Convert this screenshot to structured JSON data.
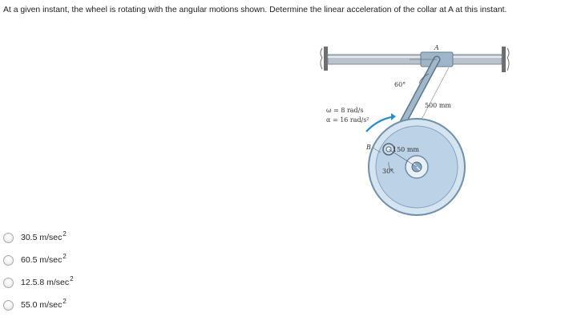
{
  "question": {
    "text": "At a given instant, the wheel is rotating with the angular motions shown. Determine the linear acceleration of the collar at A at this instant."
  },
  "figure": {
    "label_a": "A",
    "label_b": "B",
    "angle_top": "60°",
    "angle_bottom": "30°",
    "rod_length": "500 mm",
    "radius": "150 mm",
    "omega": "ω = 8 rad/s",
    "alpha": "α = 16 rad/s²",
    "colors": {
      "wheel": "#c9dcec",
      "wheel_rim": "#7f9fb8",
      "link": "#8aa8c4",
      "bar": "#aeb9c2",
      "arrow": "#2b8cc9"
    }
  },
  "options": [
    {
      "value": "30.5 m/sec",
      "sup": "2"
    },
    {
      "value": "60.5 m/sec",
      "sup": "2"
    },
    {
      "value": "12.5.8 m/sec",
      "sup": "2"
    },
    {
      "value": "55.0 m/sec",
      "sup": "2"
    }
  ]
}
